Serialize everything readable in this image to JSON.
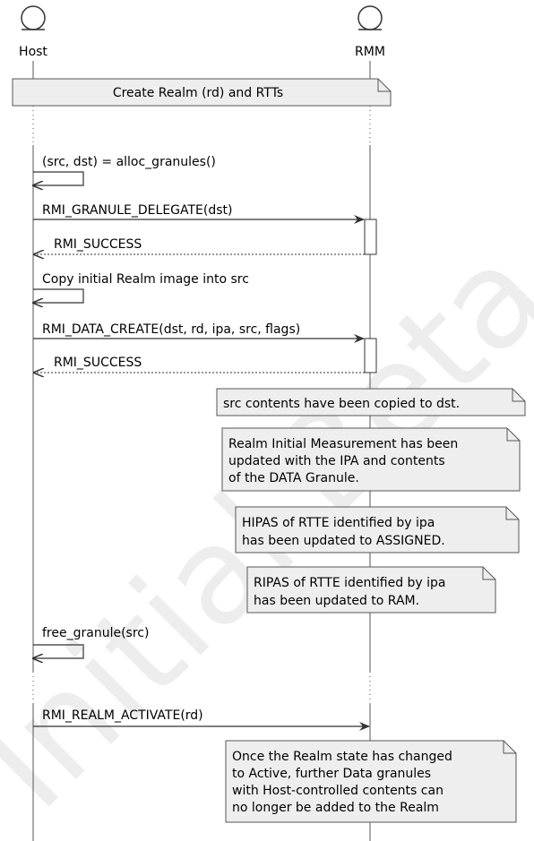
{
  "watermark": "Initial Beta",
  "participants": [
    {
      "name": "Host"
    },
    {
      "name": "RMM"
    }
  ],
  "notes": {
    "create": "Create Realm (rd) and RTTs",
    "copied": "src contents have been copied to dst.",
    "measurement": [
      "Realm Initial Measurement has been",
      "updated with the IPA and contents",
      "of the DATA Granule."
    ],
    "hipas": [
      "HIPAS of RTTE identified by ipa",
      "has been updated to ASSIGNED."
    ],
    "ripas": [
      "RIPAS of RTTE identified by ipa",
      "has been updated to RAM."
    ],
    "activate": [
      "Once the Realm state has changed",
      "to Active, further Data granules",
      "with Host-controlled contents can",
      "no longer be added to the Realm"
    ]
  },
  "messages": {
    "alloc": "(src, dst) = alloc_granules()",
    "delegate": "RMI_GRANULE_DELEGATE(dst)",
    "success1": "RMI_SUCCESS",
    "copy": "Copy initial Realm image into src",
    "data_create": "RMI_DATA_CREATE(dst, rd, ipa, src, flags)",
    "success2": "RMI_SUCCESS",
    "free": "free_granule(src)",
    "realm_activate": "RMI_REALM_ACTIVATE(rd)"
  }
}
